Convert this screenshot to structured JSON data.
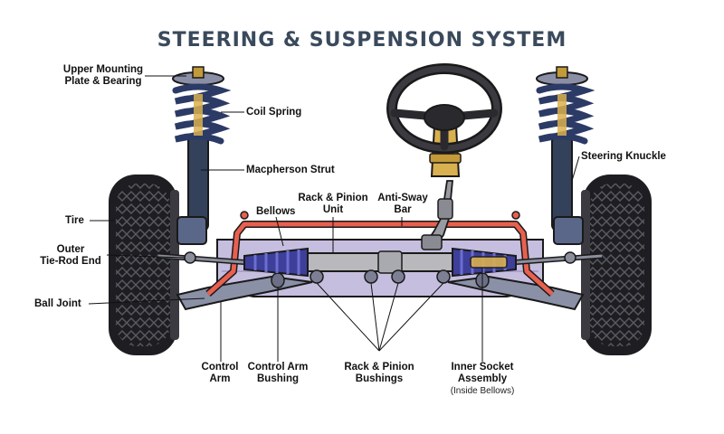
{
  "title": "STEERING & SUSPENSION SYSTEM",
  "labels": {
    "upper_mount": [
      "Upper Mounting",
      "Plate & Bearing"
    ],
    "coil_spring": "Coil Spring",
    "macpherson": "Macpherson Strut",
    "bellows": "Bellows",
    "rack_pinion_unit": [
      "Rack & Pinion",
      "Unit"
    ],
    "anti_sway": [
      "Anti-Sway",
      "Bar"
    ],
    "steering_knuckle": "Steering Knuckle",
    "tire": "Tire",
    "outer_tie_rod": [
      "Outer",
      "Tie-Rod End"
    ],
    "ball_joint": "Ball Joint",
    "control_arm": [
      "Control",
      "Arm"
    ],
    "control_arm_bushing": [
      "Control Arm",
      "Bushing"
    ],
    "rack_pinion_bushings": [
      "Rack & Pinion",
      "Bushings"
    ],
    "inner_socket": [
      "Inner Socket",
      "Assembly"
    ],
    "inner_socket_note": "(Inside Bellows)"
  },
  "colors": {
    "title": "#3a4a5c",
    "tire": "#1e1e22",
    "spring": "#2c3a66",
    "strut": "#33415a",
    "sway_bar": "#e8604f",
    "bellows": "#3d3f9a",
    "subframe": "#c6bedf",
    "rack": "#b9b9bd",
    "column": "#d9b04f",
    "wheel": "#2a2a2e"
  }
}
